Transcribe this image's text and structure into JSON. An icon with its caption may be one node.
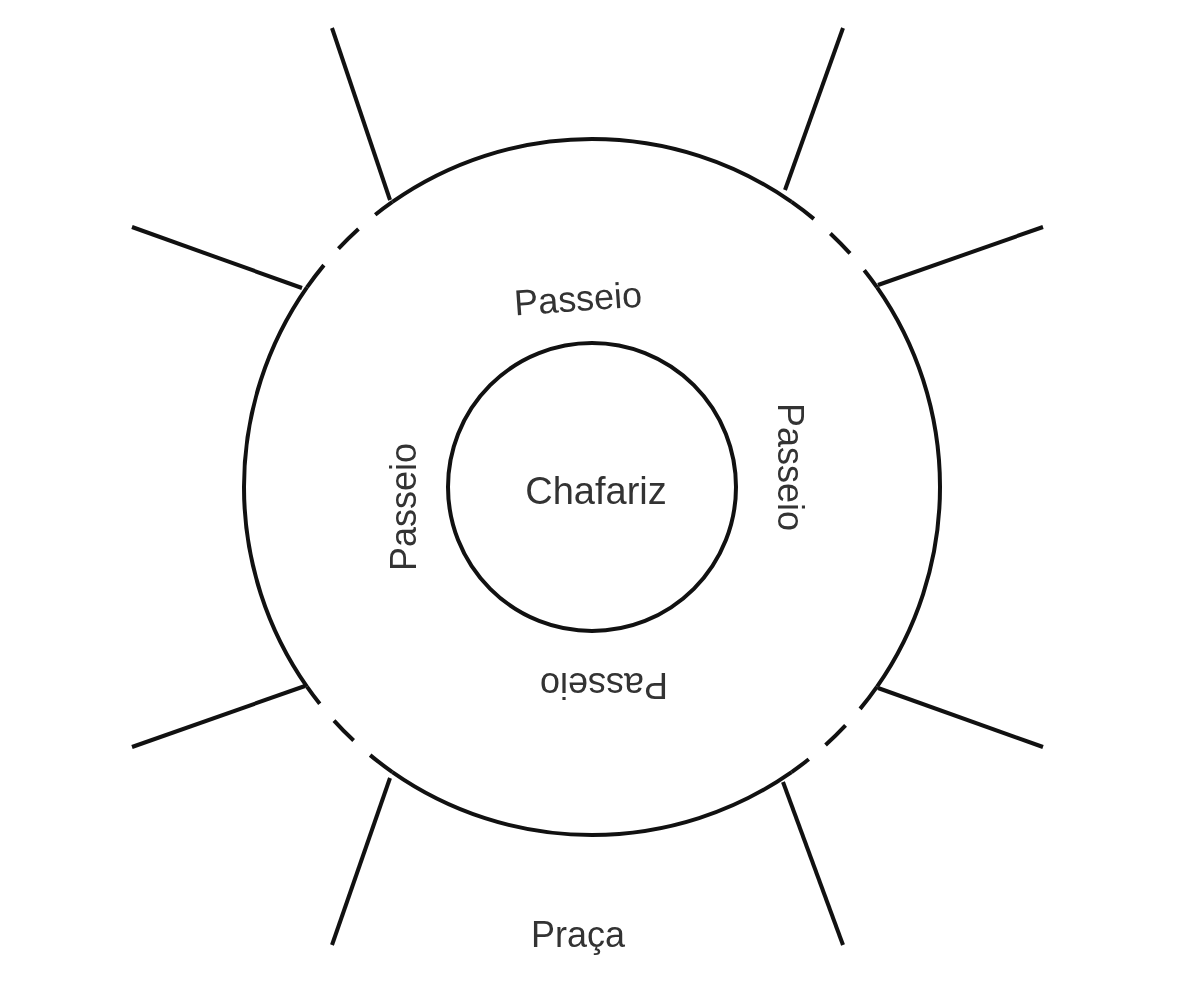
{
  "diagram": {
    "nodes": [
      {
        "text": [
          "Passeio",
          "Passeio",
          "Passeio",
          "Passeio"
        ]
      },
      {
        "text": [
          "Chafariz"
        ],
        "in": 0
      }
    ],
    "labels": [
      "Praça"
    ]
  }
}
